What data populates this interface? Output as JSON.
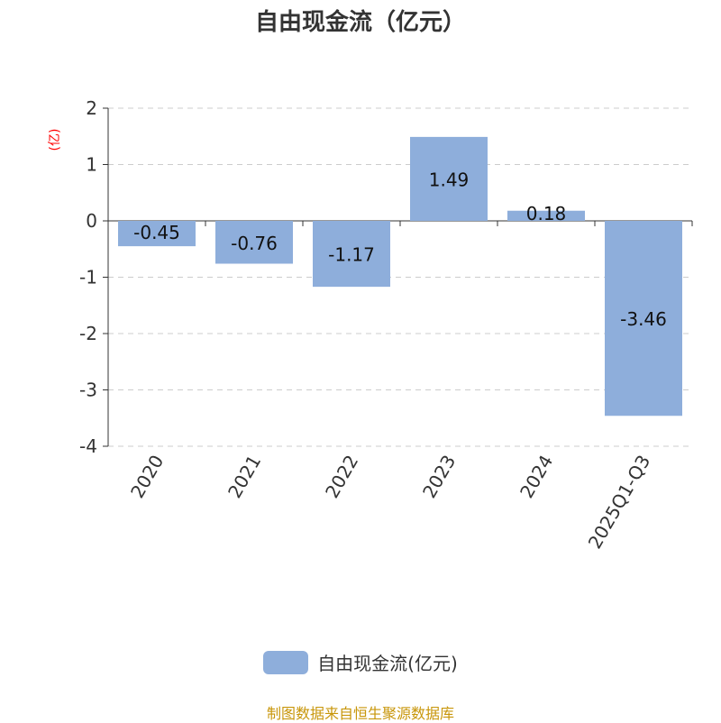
{
  "title": "自由现金流（亿元）",
  "source": "制图数据来自恒生聚源数据库",
  "colors": {
    "bar": "#8eaedb",
    "unit": "#ff0000"
  },
  "chart_data": {
    "type": "bar",
    "title": "自由现金流（亿元）",
    "ylabel": "(亿)",
    "categories": [
      "2020",
      "2021",
      "2022",
      "2023",
      "2024",
      "2025Q1-Q3"
    ],
    "series": [
      {
        "name": "自由现金流(亿元)",
        "values": [
          -0.45,
          -0.76,
          -1.17,
          1.49,
          0.18,
          -3.46
        ]
      }
    ],
    "yticks": [
      2,
      1,
      0,
      -1,
      -2,
      -3,
      -4
    ],
    "ylim": [
      -4,
      2
    ],
    "grid": true,
    "legend": "bottom"
  }
}
